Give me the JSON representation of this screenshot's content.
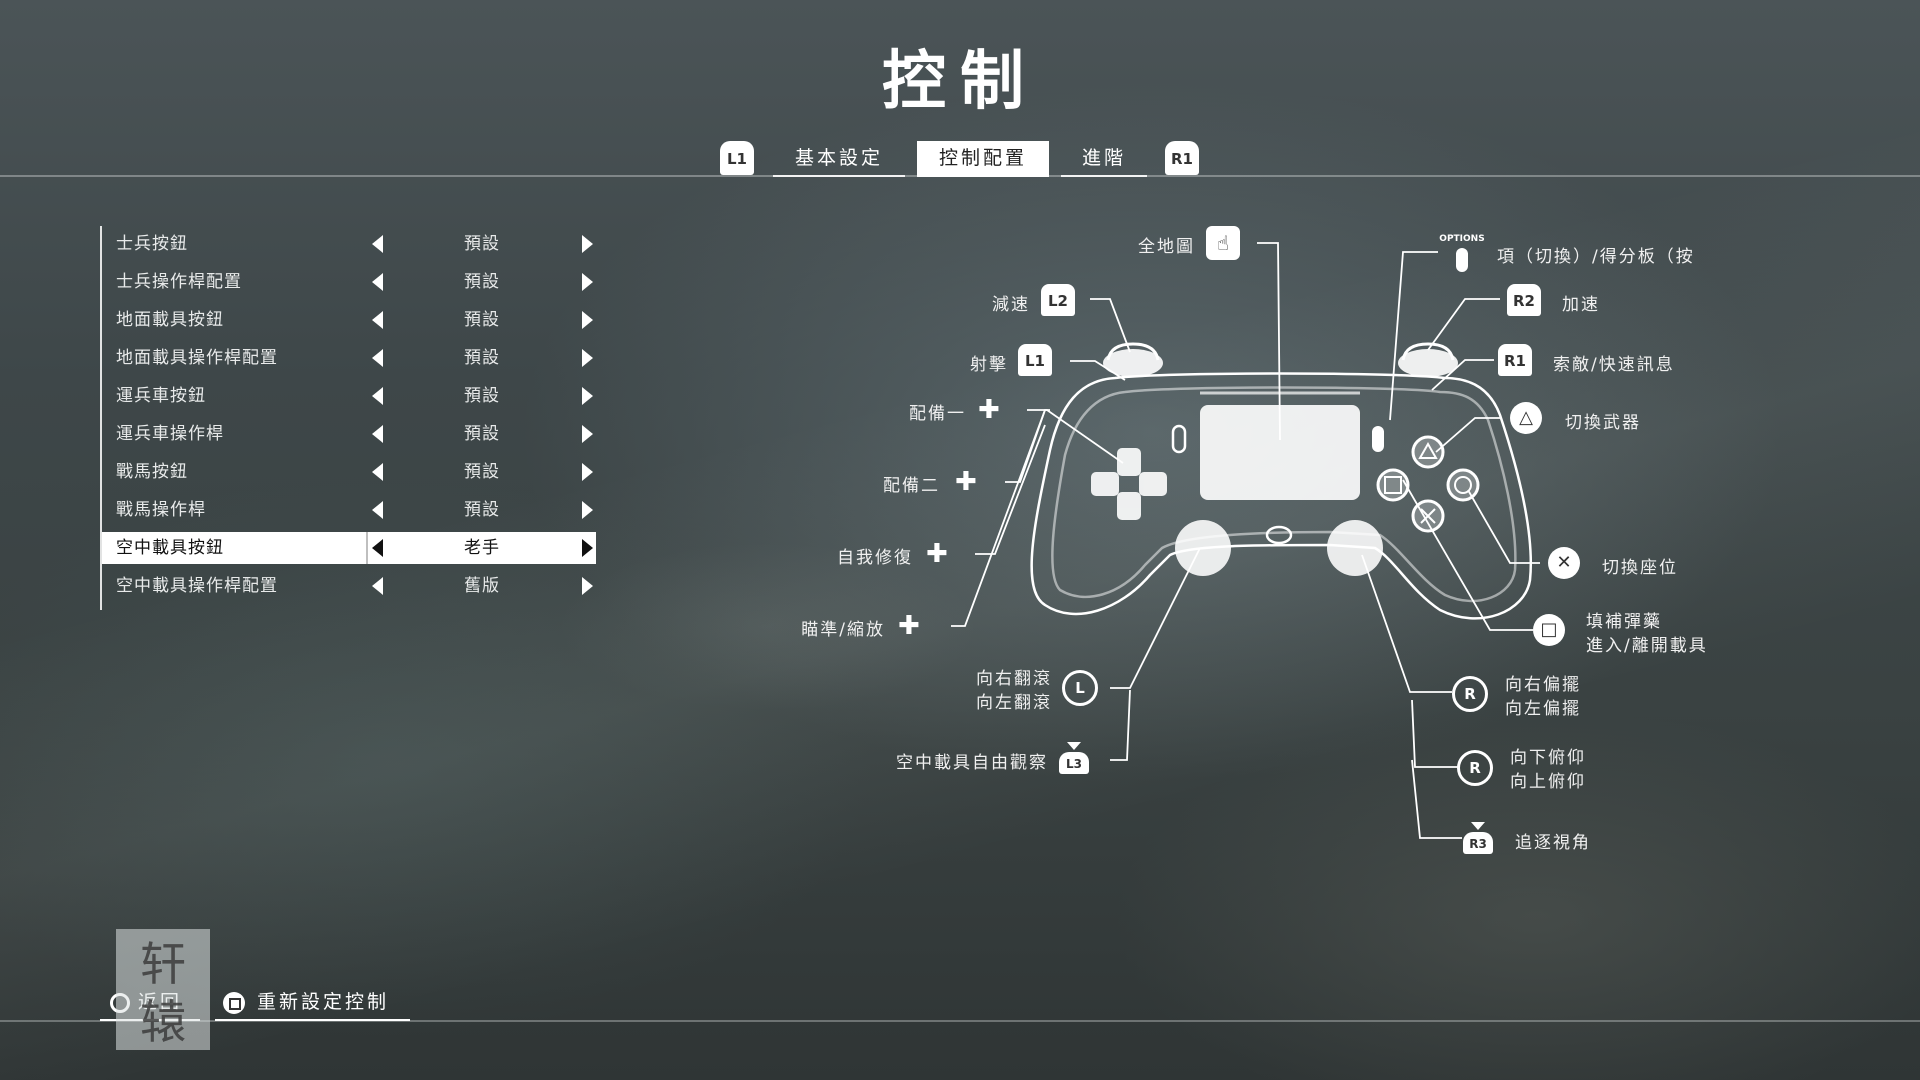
{
  "title": "控制",
  "tabs": {
    "left_bumper": "L1",
    "right_bumper": "R1",
    "items": [
      {
        "label": "基本設定"
      },
      {
        "label": "控制配置"
      },
      {
        "label": "進階"
      }
    ],
    "active": "控制配置"
  },
  "menu": {
    "rows": [
      {
        "label": "士兵按鈕",
        "value": "預設"
      },
      {
        "label": "士兵操作桿配置",
        "value": "預設"
      },
      {
        "label": "地面載具按鈕",
        "value": "預設"
      },
      {
        "label": "地面載具操作桿配置",
        "value": "預設"
      },
      {
        "label": "運兵車按鈕",
        "value": "預設"
      },
      {
        "label": "運兵車操作桿",
        "value": "預設"
      },
      {
        "label": "戰馬按鈕",
        "value": "預設"
      },
      {
        "label": "戰馬操作桿",
        "value": "預設"
      },
      {
        "label": "空中載具按鈕",
        "value": "老手"
      },
      {
        "label": "空中載具操作桿配置",
        "value": "舊版"
      }
    ],
    "selected_index": 8
  },
  "controller": {
    "labels_left": {
      "fullmap": "全地圖",
      "slow": "減速",
      "fire": "射擊",
      "equip1": "配備一",
      "equip2": "配備二",
      "repair": "自我修復",
      "aim": "瞄準/縮放",
      "roll_right": "向右翻滾",
      "roll_left": "向左翻滾",
      "freelook": "空中載具自由觀察"
    },
    "labels_right": {
      "options": "項（切換）/得分板（按",
      "accel": "加速",
      "spot": "索敵/快速訊息",
      "switch_weapon": "切換武器",
      "switch_seat": "切換座位",
      "resupply": "填補彈藥",
      "enter_exit": "進入/離開載具",
      "yaw_right": "向右偏擺",
      "yaw_left": "向左偏擺",
      "pitch_down": "向下俯仰",
      "pitch_up": "向上俯仰",
      "chase_cam": "追逐視角"
    },
    "button_text": {
      "l2": "L2",
      "l1": "L1",
      "r2": "R2",
      "r1": "R1",
      "l_stick": "L",
      "r_stick": "R",
      "l3": "L3",
      "r3": "R3",
      "options": "OPTIONS"
    }
  },
  "footer": {
    "back": "返回",
    "reset": "重新設定控制"
  }
}
